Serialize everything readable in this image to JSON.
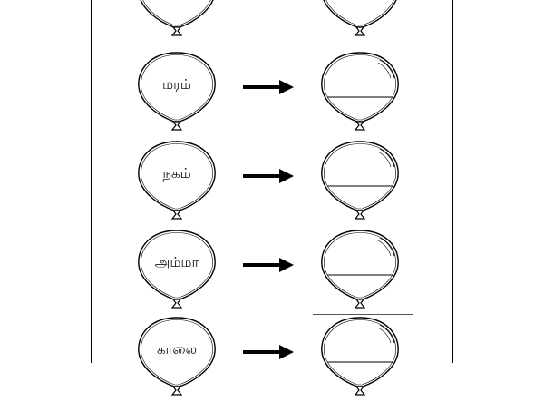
{
  "worksheet": {
    "rows": [
      {
        "word": ""
      },
      {
        "word": "மரம்"
      },
      {
        "word": "நகம்"
      },
      {
        "word": "அம்மா"
      },
      {
        "word": "காலை"
      }
    ]
  }
}
